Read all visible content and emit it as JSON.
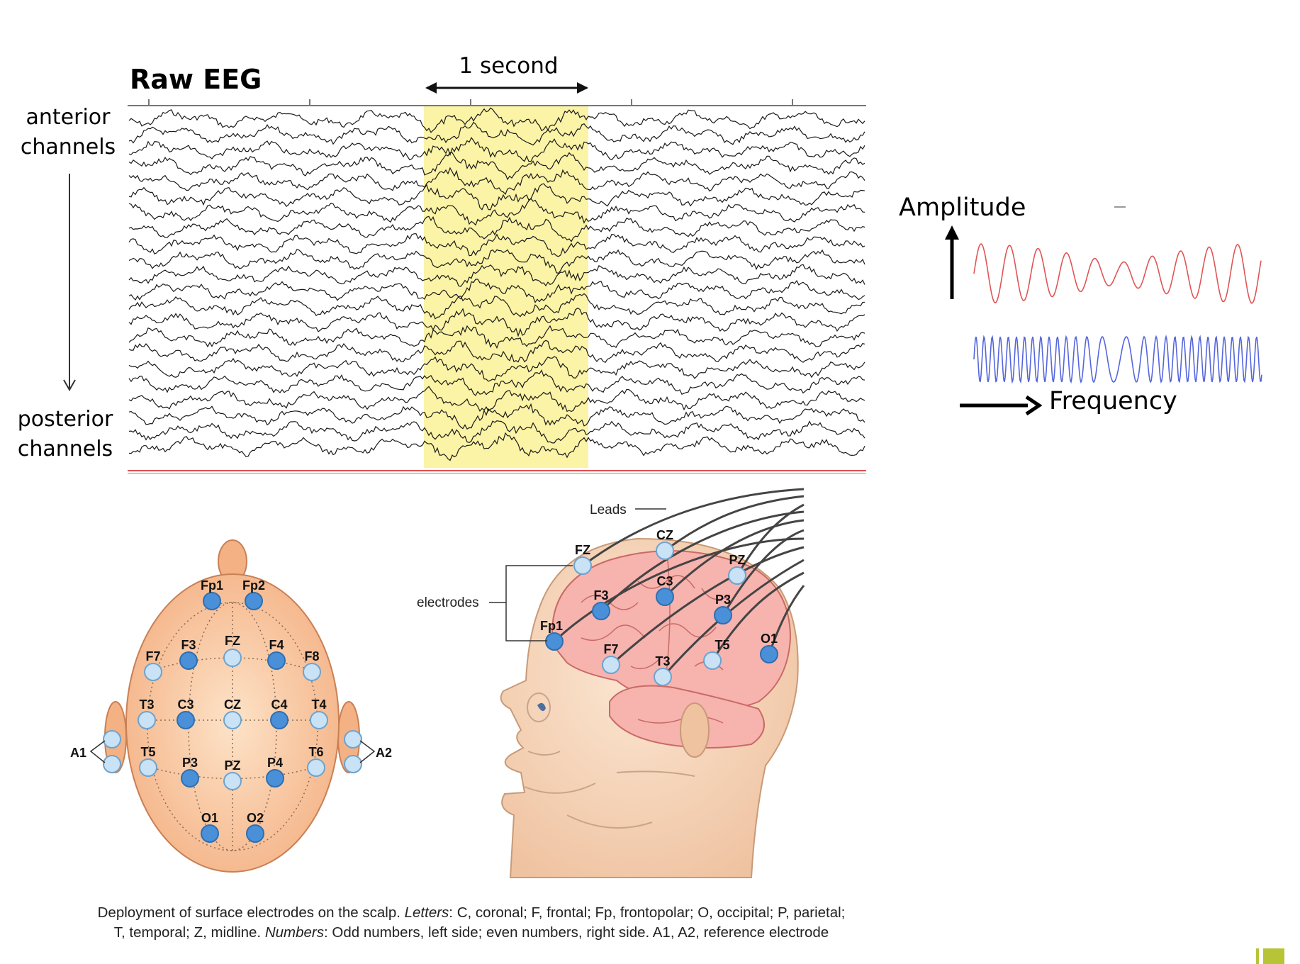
{
  "eeg": {
    "title": "Raw EEG",
    "anterior_label": [
      "anterior",
      "channels"
    ],
    "posterior_label": [
      "posterior",
      "channels"
    ],
    "time_marker": "1 second",
    "colors": {
      "highlight": "#fbf3a6",
      "trace": "#1a1a1a",
      "baseline": "#e05050"
    }
  },
  "waves": {
    "amplitude_label": "Amplitude",
    "frequency_label": "Frequency",
    "colors": {
      "amplitude_wave": "#e05555",
      "frequency_wave": "#5566dd"
    }
  },
  "top_view": {
    "electrodes": [
      {
        "name": "Fp1",
        "filled": true
      },
      {
        "name": "Fp2",
        "filled": true
      },
      {
        "name": "F7",
        "filled": false
      },
      {
        "name": "F3",
        "filled": true
      },
      {
        "name": "FZ",
        "filled": false
      },
      {
        "name": "F4",
        "filled": true
      },
      {
        "name": "F8",
        "filled": false
      },
      {
        "name": "T3",
        "filled": false
      },
      {
        "name": "C3",
        "filled": true
      },
      {
        "name": "CZ",
        "filled": false
      },
      {
        "name": "C4",
        "filled": true
      },
      {
        "name": "T4",
        "filled": false
      },
      {
        "name": "T5",
        "filled": false
      },
      {
        "name": "P3",
        "filled": true
      },
      {
        "name": "PZ",
        "filled": false
      },
      {
        "name": "P4",
        "filled": true
      },
      {
        "name": "T6",
        "filled": false
      },
      {
        "name": "O1",
        "filled": true
      },
      {
        "name": "O2",
        "filled": true
      }
    ],
    "reference_left": "A1",
    "reference_right": "A2"
  },
  "side_view": {
    "leads_label": "Leads",
    "electrodes_label": "electrodes",
    "electrodes": [
      {
        "name": "FZ",
        "filled": false
      },
      {
        "name": "CZ",
        "filled": false
      },
      {
        "name": "PZ",
        "filled": false
      },
      {
        "name": "F3",
        "filled": true
      },
      {
        "name": "C3",
        "filled": true
      },
      {
        "name": "P3",
        "filled": true
      },
      {
        "name": "Fp1",
        "filled": true
      },
      {
        "name": "F7",
        "filled": false
      },
      {
        "name": "T3",
        "filled": false
      },
      {
        "name": "T5",
        "filled": false
      },
      {
        "name": "O1",
        "filled": true
      }
    ]
  },
  "caption": {
    "line1_prefix": "Deployment of surface electrodes on the scalp. ",
    "line1_italic": "Letters",
    "line1_rest": ": C, coronal; F, frontal; Fp, frontopolar; O, occipital; P, parietal;",
    "line2_prefix": "T, temporal; Z, midline. ",
    "line2_italic": "Numbers",
    "line2_rest": ": Odd numbers, left side; even numbers, right side. A1, A2, reference electrode"
  }
}
